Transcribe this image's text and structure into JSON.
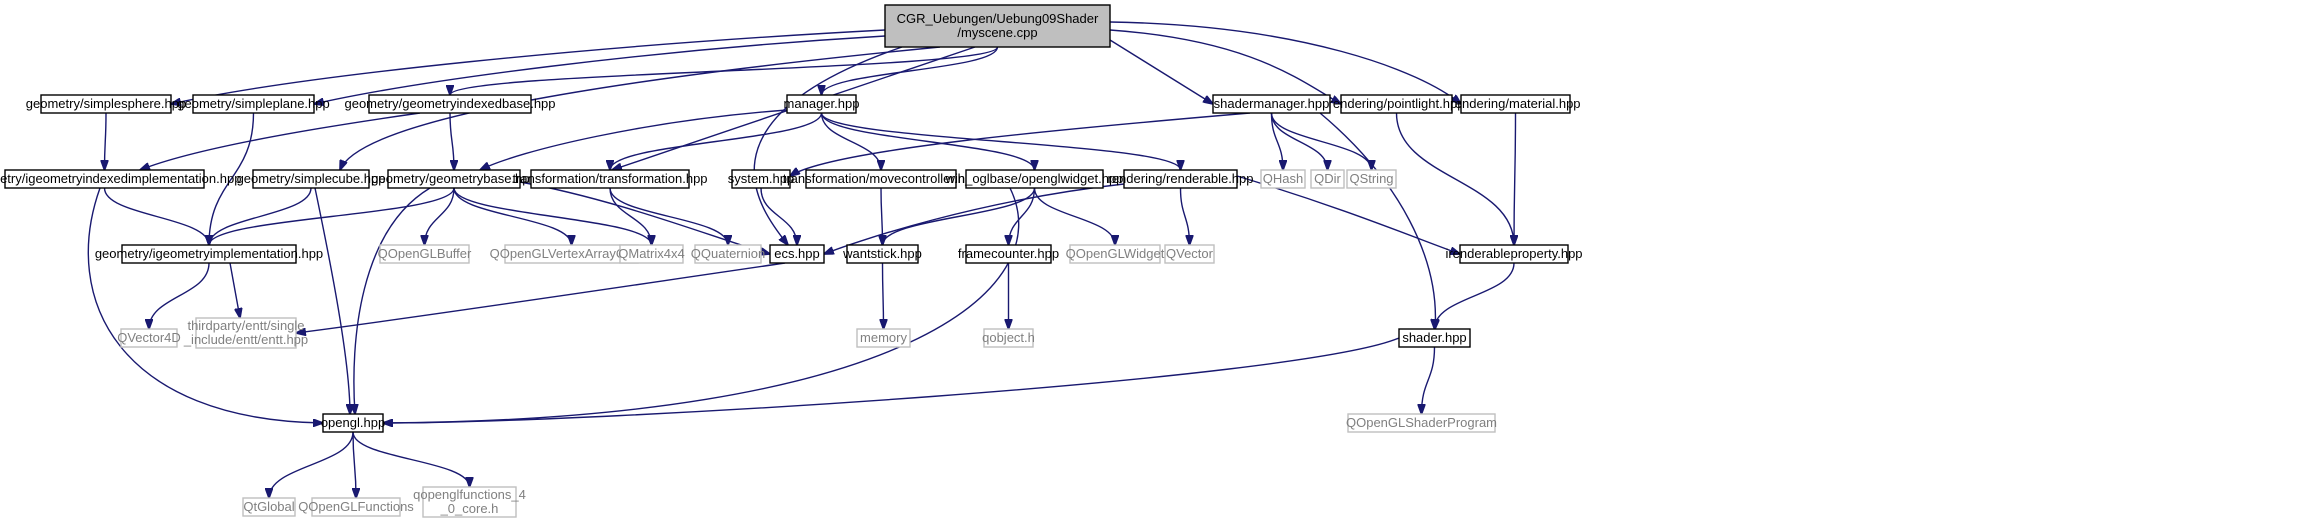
{
  "graph": {
    "colors": {
      "edge": "#191970",
      "root_fill": "#bfbfbf",
      "node_border": "#000000",
      "ext_border": "#bfbfbf",
      "ext_text": "#808080",
      "text": "#000000"
    },
    "nodes": [
      {
        "id": "root",
        "lines": [
          "CGR_Uebungen/Uebung09Shader",
          "/myscene.cpp"
        ],
        "kind": "root"
      },
      {
        "id": "simplesphere",
        "lines": [
          "geometry/simplesphere.hpp"
        ],
        "kind": "file"
      },
      {
        "id": "simpleplane",
        "lines": [
          "geometry/simpleplane.hpp"
        ],
        "kind": "file"
      },
      {
        "id": "geomidxbase",
        "lines": [
          "geometry/geometryindexedbase.hpp"
        ],
        "kind": "file"
      },
      {
        "id": "manager",
        "lines": [
          "manager.hpp"
        ],
        "kind": "file"
      },
      {
        "id": "shadermanager",
        "lines": [
          "shadermanager.hpp"
        ],
        "kind": "file"
      },
      {
        "id": "pointlight",
        "lines": [
          "rendering/pointlight.hpp"
        ],
        "kind": "file"
      },
      {
        "id": "material",
        "lines": [
          "rendering/material.hpp"
        ],
        "kind": "file"
      },
      {
        "id": "igeomidximpl",
        "lines": [
          "geometry/igeometryindexedimplementation.hpp"
        ],
        "kind": "file"
      },
      {
        "id": "simplecube",
        "lines": [
          "geometry/simplecube.hpp"
        ],
        "kind": "file"
      },
      {
        "id": "geombase",
        "lines": [
          "geometry/geometrybase.hpp"
        ],
        "kind": "file"
      },
      {
        "id": "transformation",
        "lines": [
          "transformation/transformation.hpp"
        ],
        "kind": "file"
      },
      {
        "id": "system",
        "lines": [
          "system.hpp"
        ],
        "kind": "file"
      },
      {
        "id": "movecontroller",
        "lines": [
          "transformation/movecontroller.hpp"
        ],
        "kind": "file"
      },
      {
        "id": "openglwidget",
        "lines": [
          "win_oglbase/openglwidget.hpp"
        ],
        "kind": "file"
      },
      {
        "id": "renderable",
        "lines": [
          "rendering/renderable.hpp"
        ],
        "kind": "file"
      },
      {
        "id": "qhash",
        "lines": [
          "QHash"
        ],
        "kind": "ext"
      },
      {
        "id": "qdir",
        "lines": [
          "QDir"
        ],
        "kind": "ext"
      },
      {
        "id": "qstring",
        "lines": [
          "QString"
        ],
        "kind": "ext"
      },
      {
        "id": "igeomimpl",
        "lines": [
          "geometry/igeometryimplementation.hpp"
        ],
        "kind": "file"
      },
      {
        "id": "qoglbuffer",
        "lines": [
          "QOpenGLBuffer"
        ],
        "kind": "ext"
      },
      {
        "id": "qoglvao",
        "lines": [
          "QOpenGLVertexArrayObject"
        ],
        "kind": "ext"
      },
      {
        "id": "qmatrix4x4",
        "lines": [
          "QMatrix4x4"
        ],
        "kind": "ext"
      },
      {
        "id": "qquaternion",
        "lines": [
          "QQuaternion"
        ],
        "kind": "ext"
      },
      {
        "id": "ecs",
        "lines": [
          "ecs.hpp"
        ],
        "kind": "file"
      },
      {
        "id": "wantstick",
        "lines": [
          "wantstick.hpp"
        ],
        "kind": "file"
      },
      {
        "id": "framecounter",
        "lines": [
          "framecounter.hpp"
        ],
        "kind": "file"
      },
      {
        "id": "qoglwidget",
        "lines": [
          "QOpenGLWidget"
        ],
        "kind": "ext"
      },
      {
        "id": "qvector",
        "lines": [
          "QVector"
        ],
        "kind": "ext"
      },
      {
        "id": "irenderableprop",
        "lines": [
          "irenderableproperty.hpp"
        ],
        "kind": "file"
      },
      {
        "id": "qvector4d",
        "lines": [
          "QVector4D"
        ],
        "kind": "ext"
      },
      {
        "id": "entt",
        "lines": [
          "thirdparty/entt/single",
          "_include/entt/entt.hpp"
        ],
        "kind": "ext"
      },
      {
        "id": "memory",
        "lines": [
          "memory"
        ],
        "kind": "ext"
      },
      {
        "id": "qobject",
        "lines": [
          "qobject.h"
        ],
        "kind": "ext"
      },
      {
        "id": "shader",
        "lines": [
          "shader.hpp"
        ],
        "kind": "file"
      },
      {
        "id": "opengl",
        "lines": [
          "opengl.hpp"
        ],
        "kind": "file"
      },
      {
        "id": "qoglshaderprog",
        "lines": [
          "QOpenGLShaderProgram"
        ],
        "kind": "ext"
      },
      {
        "id": "qtglobal",
        "lines": [
          "QtGlobal"
        ],
        "kind": "ext"
      },
      {
        "id": "qoglfunctions",
        "lines": [
          "QOpenGLFunctions"
        ],
        "kind": "ext"
      },
      {
        "id": "qoglfunc4",
        "lines": [
          "qopenglfunctions_4",
          "_0_core.h"
        ],
        "kind": "ext"
      }
    ],
    "edges": [
      [
        "root",
        "simplesphere"
      ],
      [
        "root",
        "simpleplane"
      ],
      [
        "root",
        "geomidxbase"
      ],
      [
        "root",
        "simplecube"
      ],
      [
        "root",
        "transformation"
      ],
      [
        "root",
        "ecs"
      ],
      [
        "root",
        "manager"
      ],
      [
        "root",
        "shadermanager"
      ],
      [
        "root",
        "pointlight"
      ],
      [
        "root",
        "material"
      ],
      [
        "simplesphere",
        "igeomidximpl"
      ],
      [
        "simpleplane",
        "igeomimpl"
      ],
      [
        "geomidxbase",
        "igeomidximpl"
      ],
      [
        "geomidxbase",
        "geombase"
      ],
      [
        "manager",
        "geombase"
      ],
      [
        "manager",
        "transformation"
      ],
      [
        "manager",
        "movecontroller"
      ],
      [
        "manager",
        "openglwidget"
      ],
      [
        "manager",
        "renderable"
      ],
      [
        "shadermanager",
        "system"
      ],
      [
        "shadermanager",
        "qhash"
      ],
      [
        "shadermanager",
        "qdir"
      ],
      [
        "shadermanager",
        "qstring"
      ],
      [
        "shadermanager",
        "shader"
      ],
      [
        "pointlight",
        "irenderableprop"
      ],
      [
        "material",
        "irenderableprop"
      ],
      [
        "igeomidximpl",
        "igeomimpl"
      ],
      [
        "igeomidximpl",
        "opengl"
      ],
      [
        "simplecube",
        "igeomimpl"
      ],
      [
        "simplecube",
        "opengl"
      ],
      [
        "geombase",
        "igeomimpl"
      ],
      [
        "geombase",
        "qoglbuffer"
      ],
      [
        "geombase",
        "qoglvao"
      ],
      [
        "geombase",
        "qmatrix4x4"
      ],
      [
        "geombase",
        "ecs"
      ],
      [
        "geombase",
        "opengl"
      ],
      [
        "transformation",
        "qmatrix4x4"
      ],
      [
        "transformation",
        "qquaternion"
      ],
      [
        "system",
        "ecs"
      ],
      [
        "movecontroller",
        "wantstick"
      ],
      [
        "openglwidget",
        "wantstick"
      ],
      [
        "openglwidget",
        "framecounter"
      ],
      [
        "openglwidget",
        "qoglwidget"
      ],
      [
        "openglwidget",
        "opengl"
      ],
      [
        "renderable",
        "ecs"
      ],
      [
        "renderable",
        "qvector"
      ],
      [
        "renderable",
        "irenderableprop"
      ],
      [
        "igeomimpl",
        "qvector4d"
      ],
      [
        "igeomimpl",
        "entt"
      ],
      [
        "ecs",
        "entt"
      ],
      [
        "wantstick",
        "memory"
      ],
      [
        "framecounter",
        "qobject"
      ],
      [
        "irenderableprop",
        "shader"
      ],
      [
        "shader",
        "opengl"
      ],
      [
        "shader",
        "qoglshaderprog"
      ],
      [
        "opengl",
        "qtglobal"
      ],
      [
        "opengl",
        "qoglfunctions"
      ],
      [
        "opengl",
        "qoglfunc4"
      ]
    ]
  }
}
